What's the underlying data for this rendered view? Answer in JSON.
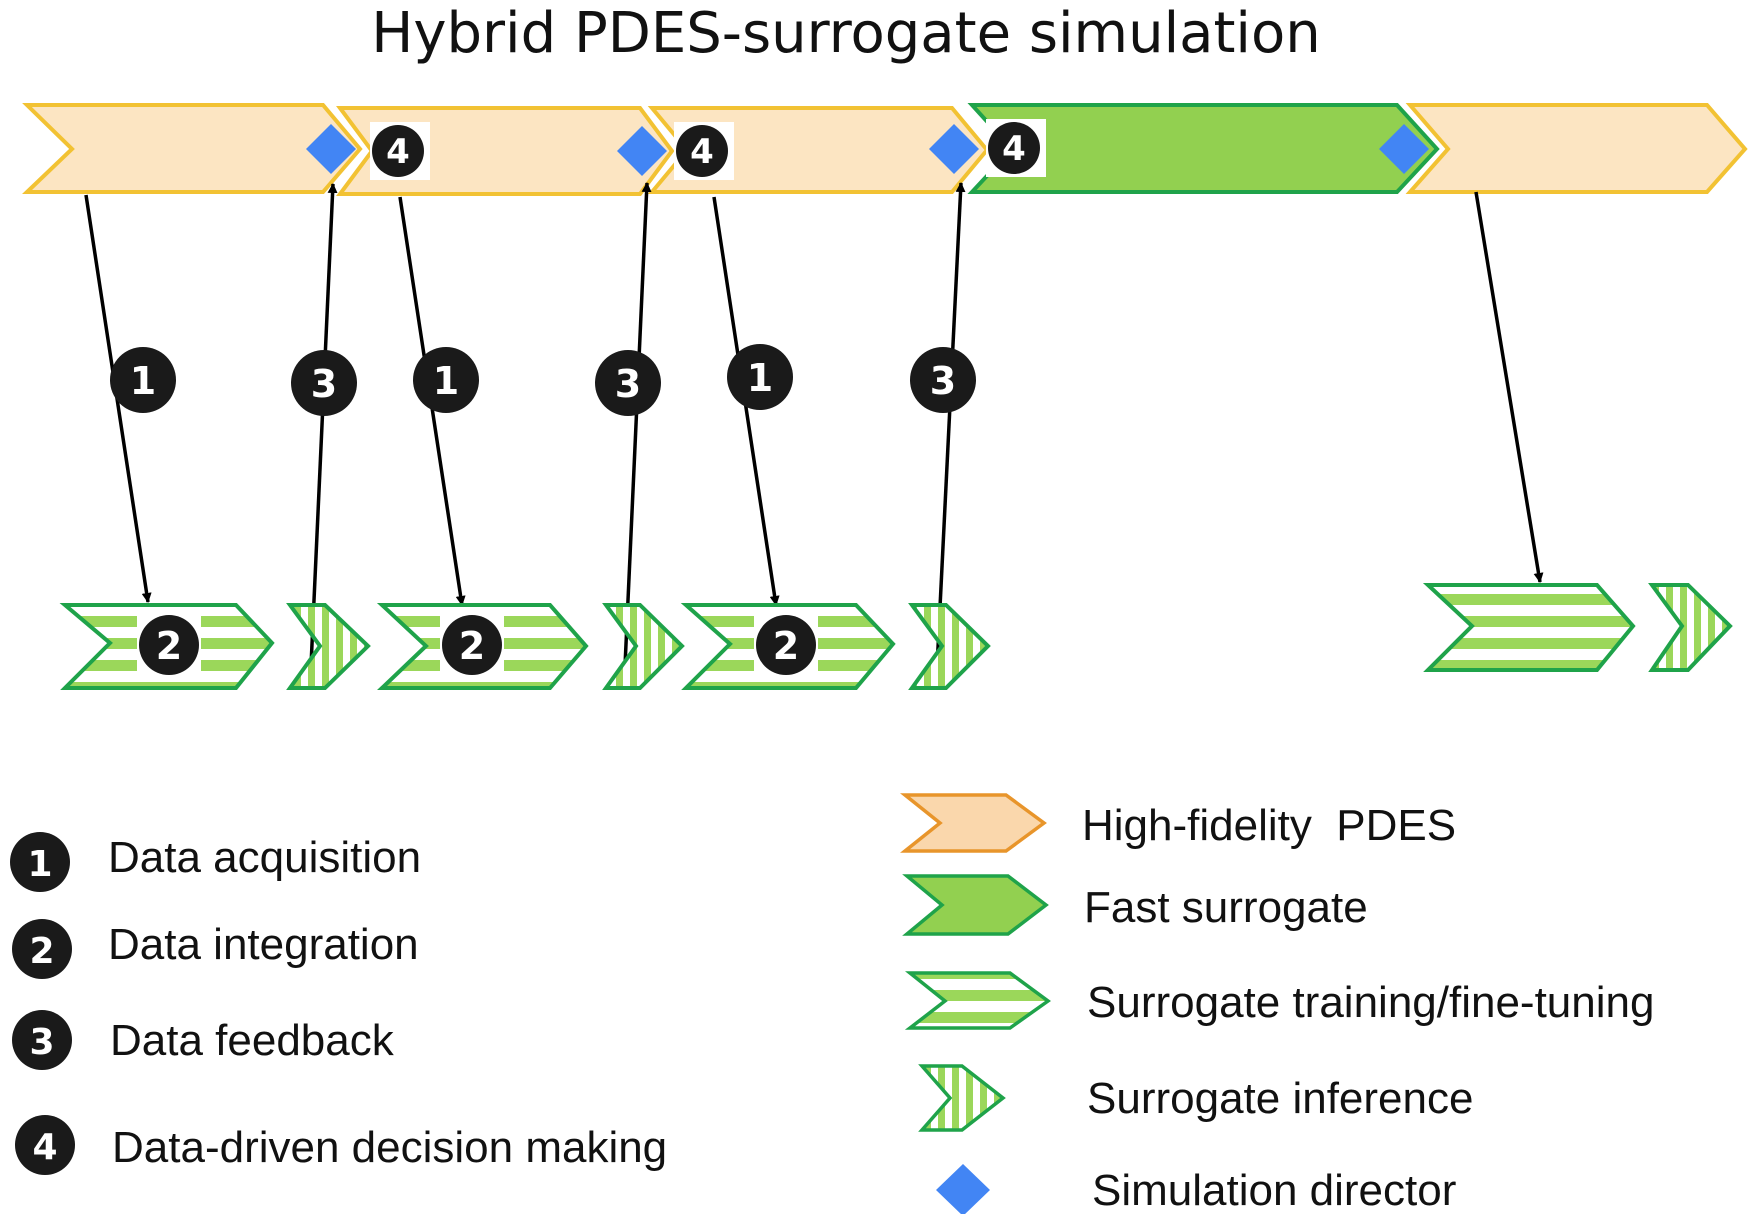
{
  "title": "Hybrid PDES-surrogate simulation",
  "colors": {
    "pdes_fill": "#FCE5C2",
    "pdes_stroke": "#F2C233",
    "legend_pdes_stroke": "#E8952B",
    "surrogate_fill": "#92D050",
    "surrogate_stroke": "#1FA34A",
    "stripe_fill": "#9BD75A",
    "director": "#4285F4",
    "badge": "#1a1a1a",
    "arrow": "#000000"
  },
  "step_badges": [
    "1",
    "2",
    "3",
    "4"
  ],
  "steps_legend": [
    {
      "number": "1",
      "label": "Data acquisition"
    },
    {
      "number": "2",
      "label": "Data integration"
    },
    {
      "number": "3",
      "label": "Data feedback"
    },
    {
      "number": "4",
      "label": "Data-driven decision making"
    }
  ],
  "shapes_legend": [
    {
      "icon": "pdes-chevron-icon",
      "label": "High-fidelity  PDES"
    },
    {
      "icon": "surrogate-chevron-icon",
      "label": "Fast surrogate"
    },
    {
      "icon": "training-chevron-icon",
      "label": "Surrogate training/fine-tuning"
    },
    {
      "icon": "inference-chevron-icon",
      "label": "Surrogate inference"
    },
    {
      "icon": "director-diamond-icon",
      "label": "Simulation director"
    }
  ]
}
